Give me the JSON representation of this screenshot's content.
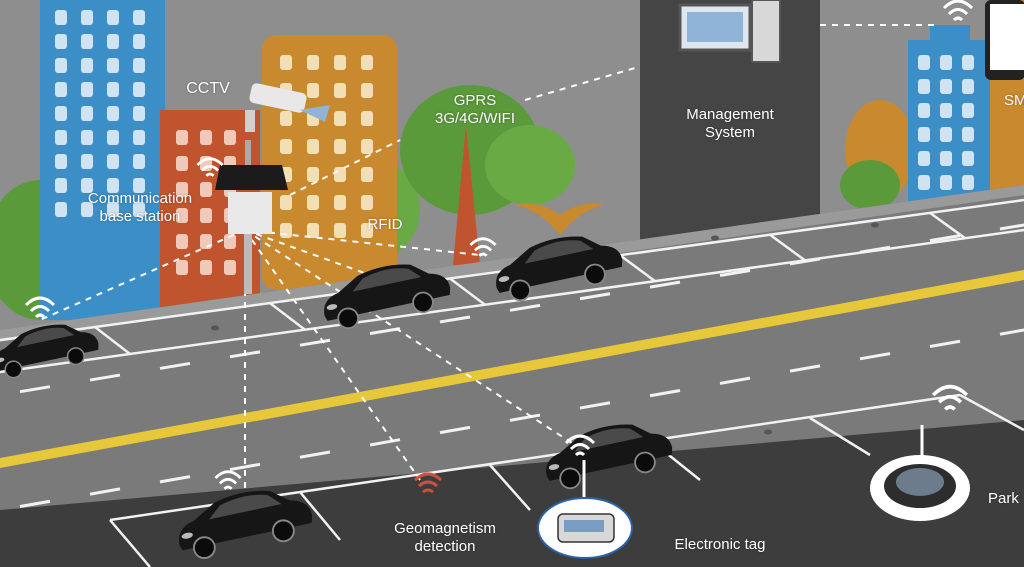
{
  "labels": {
    "cctv": "CCTV",
    "base_station": "Communication\nbase station",
    "gprs": "GPRS\n3G/4G/WIFI",
    "rfid": "RFID",
    "management": "Management\nSystem",
    "sms": "SM",
    "geomagnetism": "Geomagnetism\ndetection",
    "electronic_tag": "Electronic tag",
    "parking": "Park"
  },
  "colors": {
    "sky": "#8e8e8e",
    "road": "#7b7b7b",
    "ground_dark": "#3d3d3d",
    "yellow_line": "#e6c83a",
    "building_blue": "#3b8fc6",
    "building_orange": "#c9892f",
    "building_red": "#c0542f",
    "tree_green": "#5a9a3a",
    "car": "#1a1a1a"
  }
}
